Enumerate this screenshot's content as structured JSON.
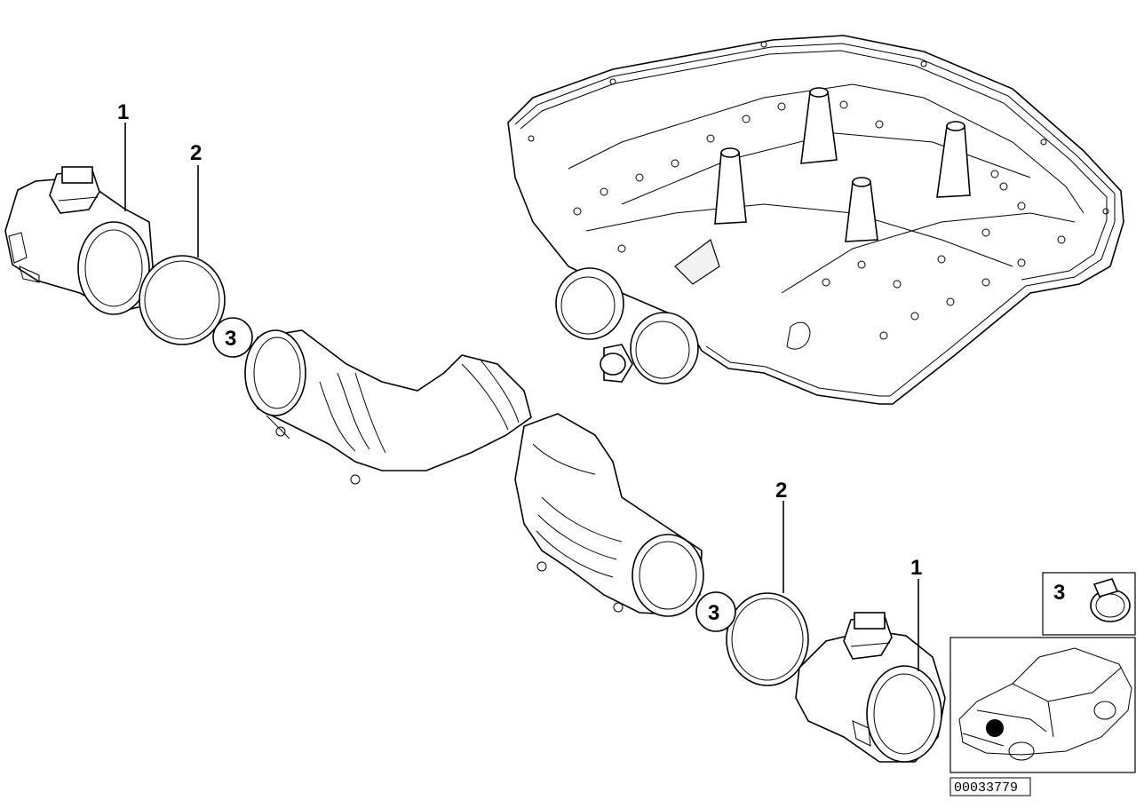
{
  "callouts": [
    {
      "id": "c1a",
      "text": "1"
    },
    {
      "id": "c2a",
      "text": "2"
    },
    {
      "id": "c3a",
      "text": "3"
    },
    {
      "id": "c2b",
      "text": "2"
    },
    {
      "id": "c1b",
      "text": "1"
    },
    {
      "id": "c3b",
      "text": "3"
    }
  ],
  "inset": {
    "part_number": "3"
  },
  "document_number": "00033779"
}
